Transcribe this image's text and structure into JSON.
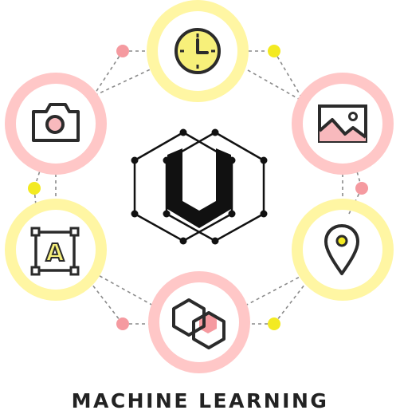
{
  "title": "MACHINE LEARNING",
  "colors": {
    "yellow_ring": "#fff6a3",
    "pink_ring": "#ffc7c7",
    "dot_pink": "#f59aa0",
    "dot_yellow": "#f3ea22",
    "stroke": "#2b2b2b",
    "dash": "#888888",
    "fill_yellow": "#f7f07a",
    "fill_pink": "#f8b9bd"
  },
  "nodes": [
    {
      "id": "clock",
      "icon": "clock-icon",
      "ring": "yellow"
    },
    {
      "id": "image",
      "icon": "image-icon",
      "ring": "pink"
    },
    {
      "id": "location",
      "icon": "map-pin-icon",
      "ring": "yellow"
    },
    {
      "id": "hexagons",
      "icon": "linked-hexagons-icon",
      "ring": "pink"
    },
    {
      "id": "text",
      "icon": "text-frame-icon",
      "ring": "yellow"
    },
    {
      "id": "camera",
      "icon": "camera-icon",
      "ring": "pink"
    }
  ],
  "center_icon": "u-letter-hexagon-network-icon",
  "text_icon_letter": "A"
}
